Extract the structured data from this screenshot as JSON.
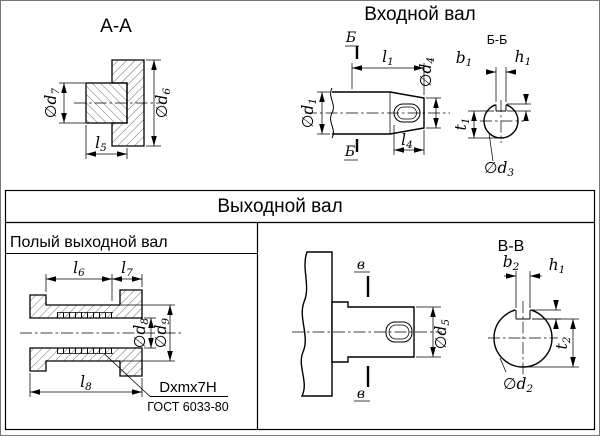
{
  "sections": {
    "aa": {
      "title": "А-А"
    },
    "input": {
      "title": "Входной вал",
      "cut_letter": "Б",
      "section_label": "Б-Б"
    },
    "output": {
      "title": "Выходной вал",
      "hollow_title": "Полый выходной вал",
      "cut_letter": "в",
      "section_label": "В-В",
      "spline_designation": "Dxmx7H",
      "spline_standard": "ГОСТ 6033-80"
    }
  },
  "dims": {
    "d1": {
      "base": "∅d",
      "sub": "1"
    },
    "d2": {
      "base": "∅d",
      "sub": "2"
    },
    "d3": {
      "base": "∅d",
      "sub": "3"
    },
    "d4": {
      "base": "∅d",
      "sub": "4"
    },
    "d5": {
      "base": "∅d",
      "sub": "5"
    },
    "d6": {
      "base": "∅d",
      "sub": "6"
    },
    "d7": {
      "base": "∅d",
      "sub": "7"
    },
    "d8": {
      "base": "∅d",
      "sub": "8"
    },
    "d9": {
      "base": "∅d",
      "sub": "9"
    },
    "l1": {
      "base": "l",
      "sub": "1"
    },
    "l4": {
      "base": "l",
      "sub": "4"
    },
    "l5": {
      "base": "l",
      "sub": "5"
    },
    "l6": {
      "base": "l",
      "sub": "6"
    },
    "l7": {
      "base": "l",
      "sub": "7"
    },
    "l8": {
      "base": "l",
      "sub": "8"
    },
    "b1": {
      "base": "b",
      "sub": "1"
    },
    "b2": {
      "base": "b",
      "sub": "2"
    },
    "h1": {
      "base": "h",
      "sub": "1"
    },
    "t1": {
      "base": "t",
      "sub": "1"
    },
    "t2": {
      "base": "t",
      "sub": "2"
    }
  }
}
